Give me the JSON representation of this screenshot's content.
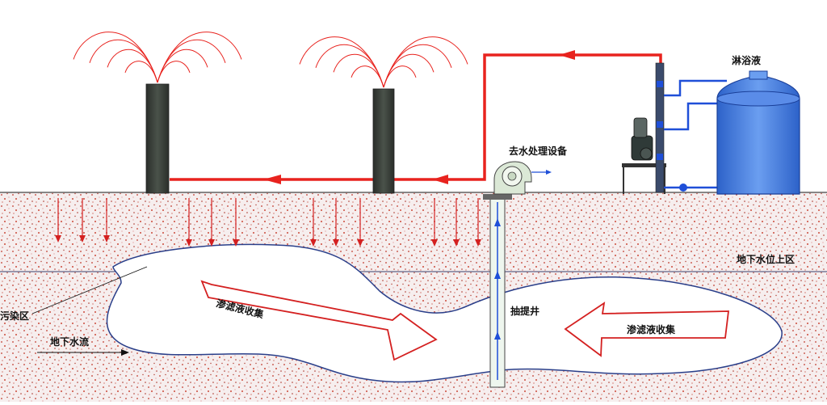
{
  "labels": {
    "leaching_tank": "淋浴液",
    "treatment_equipment": "去水处理设备",
    "groundwater_zone": "地下水位上区",
    "pollution_zone": "污染区",
    "groundwater_flow": "地下水流",
    "extraction_well": "抽提井",
    "leachate_collection": "渗滤液收集"
  },
  "colors": {
    "soil_dots": "#c0392b",
    "pipe": "#e8231e",
    "water_pipe": "#1f4fd8",
    "tank": "#3b74dd",
    "tower": "#3a3f3a",
    "plume_outline": "#2a3f8a",
    "arrow_outline": "#d42020"
  }
}
